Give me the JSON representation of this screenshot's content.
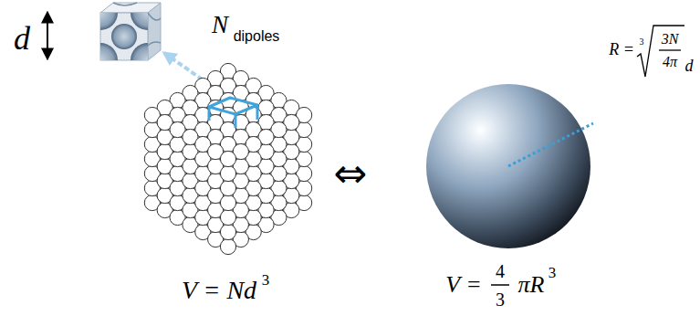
{
  "diagram": {
    "labels": [
      "d",
      "N",
      "dipoles",
      "V = Nd",
      "3",
      "⇔",
      "R =",
      "3",
      "3N",
      "4π",
      "d",
      "V =",
      "4",
      "3",
      "πR",
      "3"
    ]
  }
}
